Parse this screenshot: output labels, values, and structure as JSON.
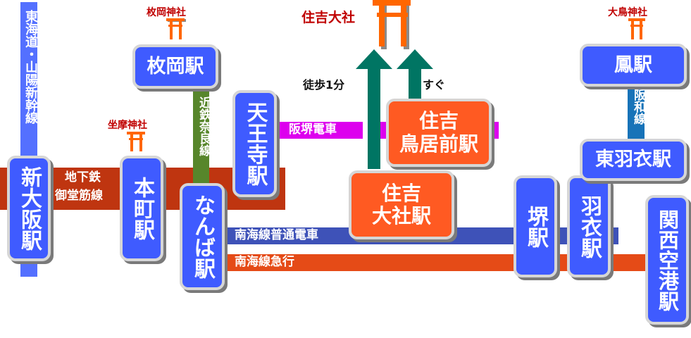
{
  "title": "住吉大社 アクセス路線図",
  "colors": {
    "station_blue": "#3f5bff",
    "station_orange": "#ff5a22",
    "shinkansen": "#5470ff",
    "midosuji": "#bf3510",
    "kintetsu_nara": "#57862b",
    "hankai": "#dd00ee",
    "nankai_local": "#3e52b8",
    "nankai_express": "#e54b17",
    "hanwa": "#1773b8",
    "walk_arrow": "#007563",
    "shrine_text": "#c00000",
    "torii": "#ff6600"
  },
  "shrines": {
    "hiraoka": "枚岡神社",
    "zama": "坐摩神社",
    "sumiyoshi": "住吉大社",
    "otori": "大鳥神社"
  },
  "lines": {
    "shinkansen": "東海道・山陽新幹線",
    "midosuji": [
      "地下鉄",
      "御堂筋線"
    ],
    "kintetsu_nara": "近鉄奈良線",
    "hankai": "阪堺電車",
    "nankai_local": "南海線普通電車",
    "nankai_express": "南海線急行",
    "hanwa": "阪和線"
  },
  "walk": {
    "from_taisha": "徒歩1分",
    "from_toriimae": "すぐ"
  },
  "stations": {
    "shin_osaka": "新大阪駅",
    "hommachi": "本町駅",
    "hiraoka": "枚岡駅",
    "namba": "なんば駅",
    "tennoji": "天王寺駅",
    "toriimae": [
      "住吉",
      "鳥居前駅"
    ],
    "taisha": [
      "住吉",
      "大社駅"
    ],
    "sakai": "堺駅",
    "hagoromo": "羽衣駅",
    "ootori": "鳳駅",
    "higashi_hagoromo": "東羽衣駅",
    "kanku": "関西空港駅"
  }
}
